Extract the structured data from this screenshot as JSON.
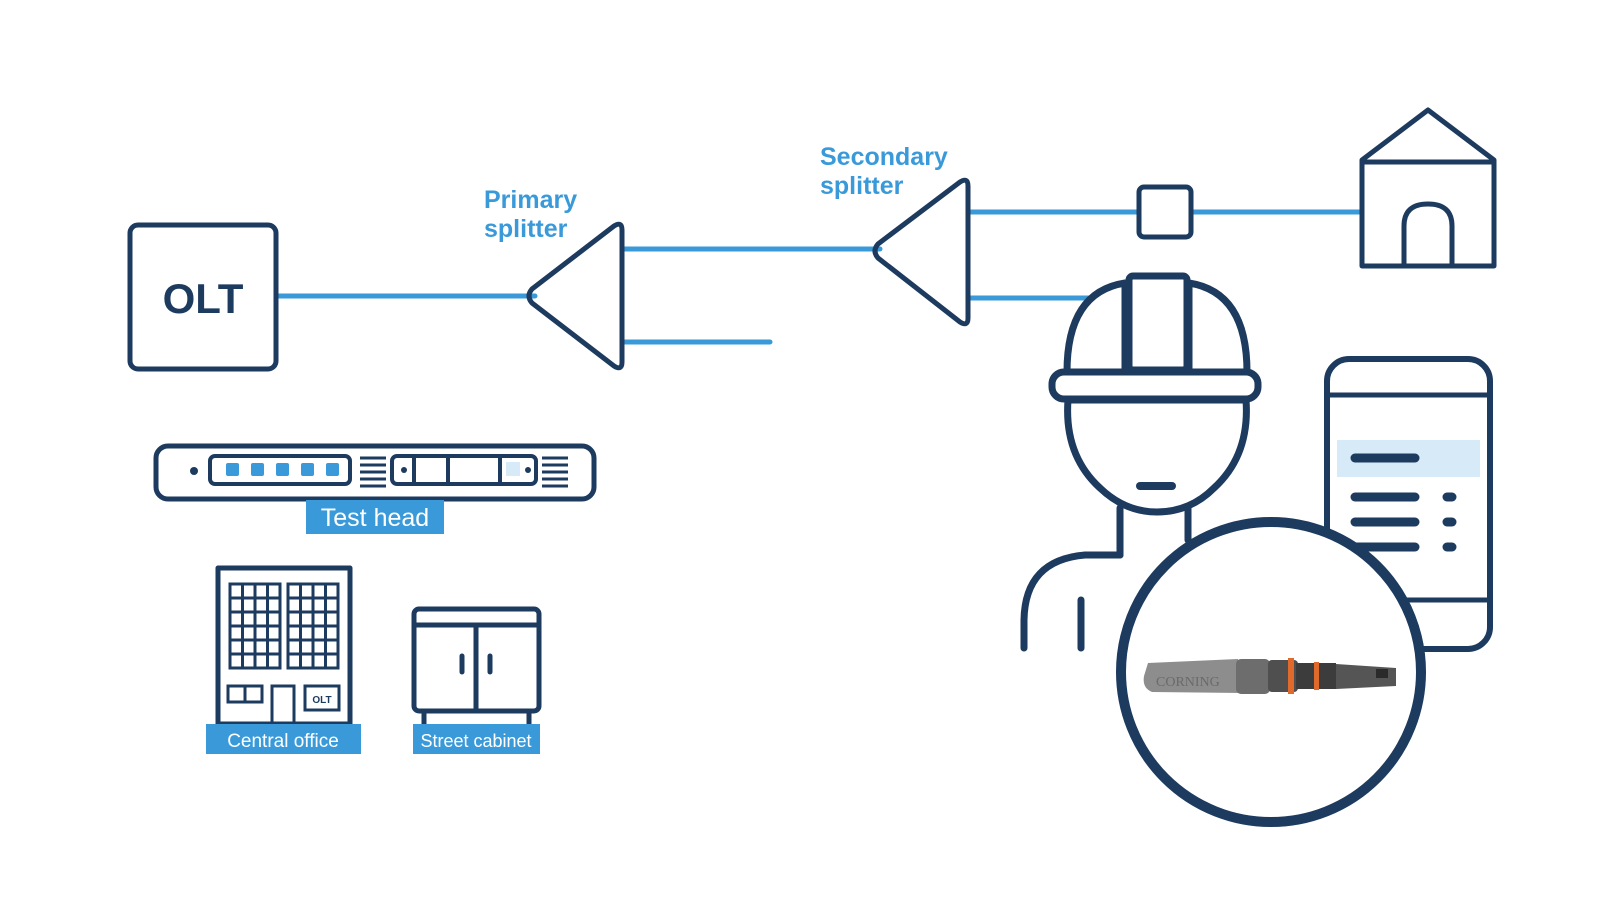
{
  "diagram": {
    "olt_label": "OLT",
    "primary_splitter_label": [
      "Primary",
      "splitter"
    ],
    "secondary_splitter_label": [
      "Secondary",
      "splitter"
    ],
    "test_head_label": "Test head",
    "central_office_label": "Central office",
    "central_office_sign": "OLT",
    "street_cabinet_label": "Street cabinet",
    "tool_brand_text": "CORNING"
  },
  "colors": {
    "navy": "#1d3a5f",
    "fiber_blue": "#3a9ad9",
    "tag_blue": "#3a9ad9",
    "highlight_blue": "#d6eaf8"
  },
  "icons": [
    "house-icon",
    "technician-icon",
    "smartphone-icon",
    "building-icon",
    "cabinet-icon",
    "rack-unit-icon",
    "splitter-icon"
  ]
}
